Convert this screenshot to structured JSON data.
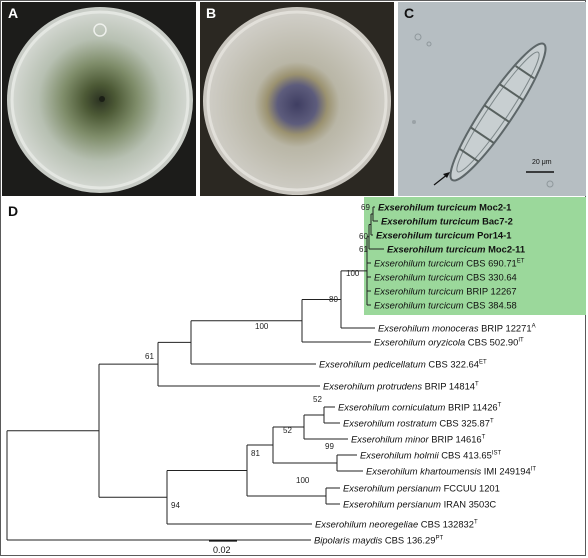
{
  "panels": {
    "a": {
      "label": "A"
    },
    "b": {
      "label": "B"
    },
    "c": {
      "label": "C",
      "scale_bar": "20 μm"
    },
    "d": {
      "label": "D"
    }
  },
  "colors": {
    "highlight": "#9bd89b",
    "branch": "#222222",
    "colony_a": "#5b6a47",
    "colony_b": "#4b4a6e"
  },
  "tree": {
    "scale_bar_label": "0.02",
    "bootstrap_values": [
      "69",
      "60",
      "61",
      "100",
      "80",
      "100",
      "61",
      "52",
      "52",
      "99",
      "81",
      "100",
      "94"
    ],
    "taxa": [
      {
        "genus": "Exserohilum turcicum",
        "strain": "Moc2-1",
        "sup": "",
        "bold": true
      },
      {
        "genus": "Exserohilum turcicum",
        "strain": "Bac7-2",
        "sup": "",
        "bold": true
      },
      {
        "genus": "Exserohilum turcicum",
        "strain": "Por14-1",
        "sup": "",
        "bold": true
      },
      {
        "genus": "Exserohilum turcicum",
        "strain": "Moc2-11",
        "sup": "",
        "bold": true
      },
      {
        "genus": "Exserohilum turcicum",
        "strain": "CBS 690.71",
        "sup": "ET",
        "bold": false
      },
      {
        "genus": "Exserohilum turcicum",
        "strain": "CBS 330.64",
        "sup": "",
        "bold": false
      },
      {
        "genus": "Exserohilum turcicum",
        "strain": "BRIP 12267",
        "sup": "",
        "bold": false
      },
      {
        "genus": "Exserohilum turcicum",
        "strain": "CBS 384.58",
        "sup": "",
        "bold": false
      },
      {
        "genus": "Exserohilum monoceras",
        "strain": "BRIP 12271",
        "sup": "A",
        "bold": false
      },
      {
        "genus": "Exserohilum oryzicola",
        "strain": "CBS 502.90",
        "sup": "IT",
        "bold": false
      },
      {
        "genus": "Exserohilum pedicellatum",
        "strain": "CBS 322.64",
        "sup": "ET",
        "bold": false
      },
      {
        "genus": "Exserohilum protrudens",
        "strain": "BRIP 14814",
        "sup": "T",
        "bold": false
      },
      {
        "genus": "Exserohilum corniculatum",
        "strain": "BRIP 11426",
        "sup": "T",
        "bold": false
      },
      {
        "genus": "Exserohilum rostratum",
        "strain": "CBS 325.87",
        "sup": "T",
        "bold": false
      },
      {
        "genus": "Exserohilum minor",
        "strain": "BRIP 14616",
        "sup": "T",
        "bold": false
      },
      {
        "genus": "Exserohilum holmii",
        "strain": "CBS 413.65",
        "sup": "IST",
        "bold": false
      },
      {
        "genus": "Exserohilum khartoumensis",
        "strain": "IMI 249194",
        "sup": "IT",
        "bold": false
      },
      {
        "genus": "Exserohilum persianum",
        "strain": "FCCUU 1201",
        "sup": "",
        "bold": false
      },
      {
        "genus": "Exserohilum persianum",
        "strain": "IRAN 3503C",
        "sup": "",
        "bold": false
      },
      {
        "genus": "Exserohilum neoregeliae",
        "strain": "CBS 132832",
        "sup": "T",
        "bold": false
      },
      {
        "genus": "Bipolaris maydis",
        "strain": "CBS 136.29",
        "sup": "PT",
        "bold": false
      }
    ]
  }
}
